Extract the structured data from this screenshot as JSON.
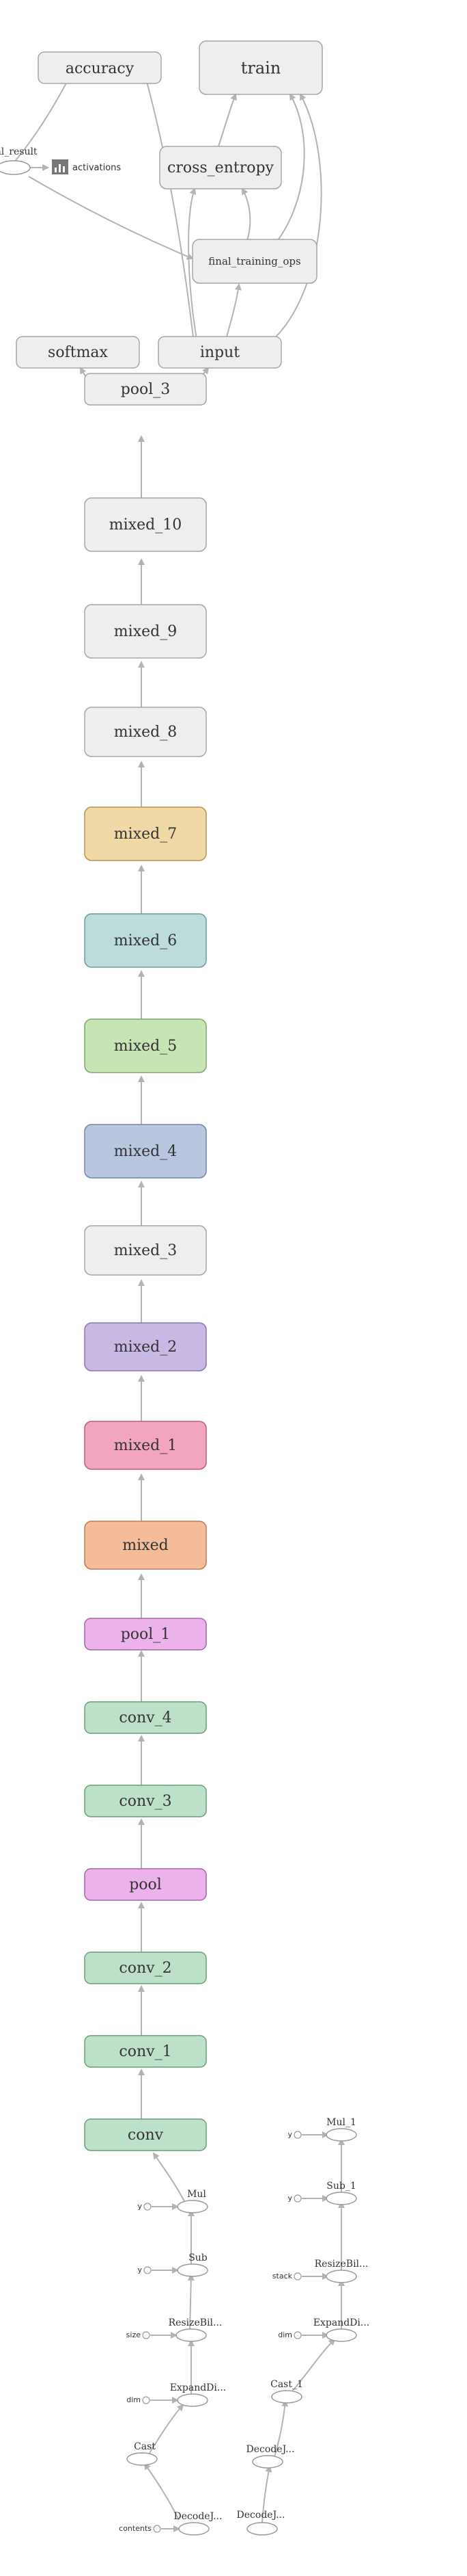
{
  "graph": {
    "top_nodes": {
      "accuracy": "accuracy",
      "train": "train",
      "cross_entropy": "cross_entropy",
      "final_training_ops": "final_training_ops",
      "final_result": "al_result",
      "activations": "activations",
      "softmax": "softmax",
      "input": "input"
    },
    "tower": [
      "pool_3",
      "mixed_10",
      "mixed_9",
      "mixed_8",
      "mixed_7",
      "mixed_6",
      "mixed_5",
      "mixed_4",
      "mixed_3",
      "mixed_2",
      "mixed_1",
      "mixed",
      "pool_1",
      "conv_4",
      "conv_3",
      "pool",
      "conv_2",
      "conv_1",
      "conv"
    ],
    "tower_colors": {
      "pool_3": "#eeeeee",
      "mixed_10": "#eeeeee",
      "mixed_9": "#eeeeee",
      "mixed_8": "#eeeeee",
      "mixed_7": "#f0d9a7",
      "mixed_6": "#bcdcdc",
      "mixed_5": "#c6e4b4",
      "mixed_4": "#b9c6e0",
      "mixed_3": "#eeeeee",
      "mixed_2": "#c8b9e4",
      "mixed_1": "#f3a5c0",
      "mixed": "#f5bc9a",
      "pool_1": "#ecb2ec",
      "conv_4": "#bde0c8",
      "conv_3": "#bde0c8",
      "pool": "#ecb2ec",
      "conv_2": "#bde0c8",
      "conv_1": "#bde0c8",
      "conv": "#bde0c8"
    },
    "preproc_left": {
      "ops": [
        "Mul",
        "Sub",
        "ResizeBil...",
        "ExpandDi...",
        "Cast",
        "DecodeJ..."
      ],
      "consts": [
        "y",
        "y",
        "size",
        "dim",
        "contents"
      ]
    },
    "preproc_right": {
      "ops": [
        "Mul_1",
        "Sub_1",
        "ResizeBil...",
        "ExpandDi...",
        "Cast_1",
        "DecodeJ...",
        "DecodeJ..."
      ],
      "consts": [
        "y",
        "y",
        "stack",
        "dim"
      ]
    }
  }
}
